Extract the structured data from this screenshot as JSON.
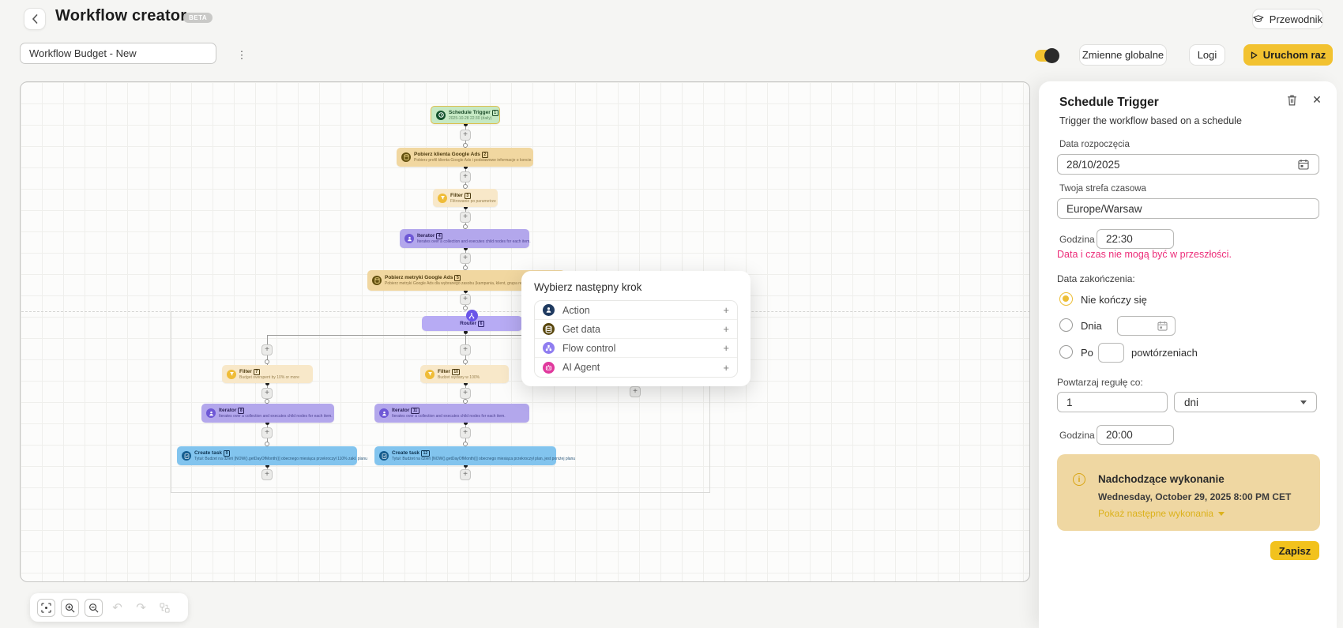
{
  "header": {
    "title": "Workflow creator",
    "beta_badge": "BETA",
    "guide_button": "Przewodnik",
    "workflow_name": "Workflow Budget - New",
    "global_variables_button": "Zmienne globalne",
    "logs_button": "Logi",
    "run_once_button": "Uruchom raz"
  },
  "canvas": {
    "nodes": [
      {
        "title": "Schedule Trigger",
        "badge": "1",
        "subtitle": "2025-10-28 22:30 (daily)"
      },
      {
        "title": "Pobierz klienta Google Ads",
        "badge": "2",
        "subtitle": "Pobierz profil klienta Google Ads i podstawowe informacje o koncie."
      },
      {
        "title": "Filter",
        "badge": "3",
        "subtitle": "Filtrowanie po parametrze"
      },
      {
        "title": "Iterator",
        "badge": "4",
        "subtitle": "Iterates over a collection and executes child nodes for each item."
      },
      {
        "title": "Pobierz metryki Google Ads",
        "badge": "5",
        "subtitle": "Pobierz metryki Google Ads dla wybranego zasobu (kampania, klient, grupa reklam) w..."
      },
      {
        "title": "Router",
        "badge": "6",
        "subtitle": ""
      },
      {
        "title": "Filter",
        "badge": "7",
        "subtitle": "Budget overspent by 10% or more"
      },
      {
        "title": "Iterator",
        "badge": "8",
        "subtitle": "Iterates over a collection and executes child nodes for each item."
      },
      {
        "title": "Create task",
        "badge": "9",
        "subtitle": "Tytuł: Budżet na dzień [NOW().getDayOfMonth()] obecnego miesiąca przekroczył 110% zakł. planu"
      },
      {
        "title": "Filter",
        "badge": "10",
        "subtitle": "Budżet wydany w 100%"
      },
      {
        "title": "Iterator",
        "badge": "11",
        "subtitle": "Iterates over a collection and executes child nodes for each item."
      },
      {
        "title": "Create task",
        "badge": "12",
        "subtitle": "Tytuł: Budżet na dzień [NOW().getDayOfMonth()] obecnego miesiąca przekroczył plan, jest poniżej planu"
      }
    ],
    "popup": {
      "title": "Wybierz następny krok",
      "items": [
        {
          "label": "Action",
          "icon": "action-icon"
        },
        {
          "label": "Get data",
          "icon": "database-icon"
        },
        {
          "label": "Flow control",
          "icon": "flow-control-icon"
        },
        {
          "label": "AI Agent",
          "icon": "ai-agent-icon"
        }
      ]
    },
    "controls": {
      "icons": [
        "fit-view-icon",
        "zoom-in-icon",
        "zoom-out-icon",
        "undo-icon",
        "redo-icon",
        "auto-layout-icon"
      ]
    }
  },
  "panel": {
    "title": "Schedule Trigger",
    "subtitle": "Trigger the workflow based on a schedule",
    "start_date_label": "Data rozpoczęcia",
    "start_date_value": "28/10/2025",
    "timezone_label": "Twoja strefa czasowa",
    "timezone_value": "Europe/Warsaw",
    "time_label": "Godzina",
    "time_value": "22:30",
    "error_message": "Data i czas nie mogą być w przeszłości.",
    "end_date_label": "Data zakończenia:",
    "end_options": {
      "never": "Nie kończy się",
      "on_date": "Dnia",
      "after": "Po",
      "after_suffix": "powtórzeniach"
    },
    "repeat_label": "Powtarzaj regułę co:",
    "repeat_value": "1",
    "repeat_unit": "dni",
    "time2_label": "Godzina",
    "time2_value": "20:00",
    "upcoming": {
      "title": "Nadchodzące wykonanie",
      "datetime": "Wednesday, October 29, 2025 8:00 PM CET",
      "link": "Pokaż następne wykonania"
    },
    "save_button": "Zapisz"
  },
  "colors": {
    "accent_yellow": "#f2c230",
    "error_pink": "#ec2d79",
    "info_box_bg": "#efd7a2",
    "node_green": "#c6e9c4",
    "node_tan": "#f1d7a0",
    "node_purple": "#b3a7ec",
    "node_blue": "#82c4ee"
  }
}
